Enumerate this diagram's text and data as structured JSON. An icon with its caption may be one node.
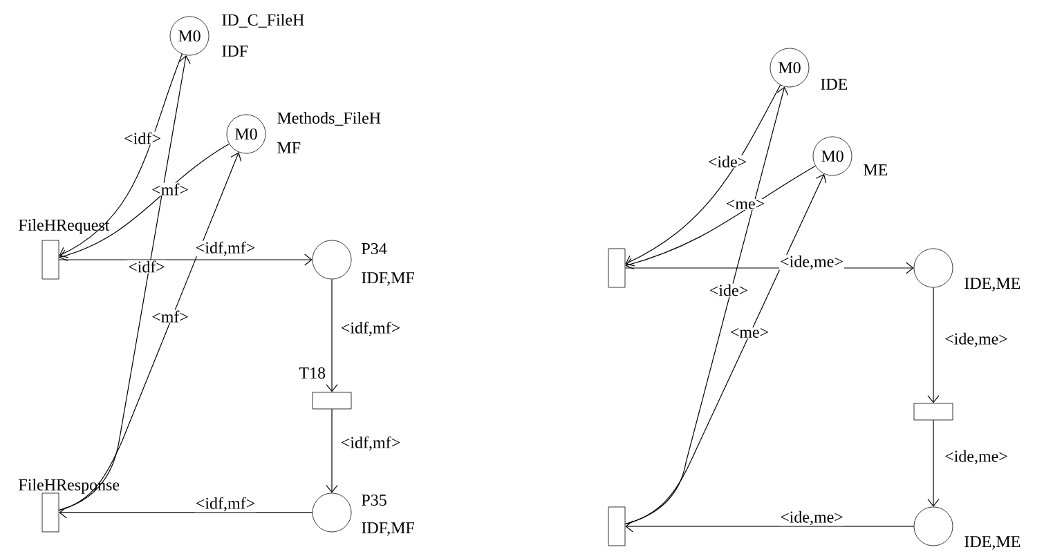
{
  "diagram": {
    "nodes": [
      {
        "text": [
          "M0"
        ],
        "beside": [
          "ID_C_FileH",
          "IDF"
        ]
      },
      {
        "text": [
          "M0"
        ],
        "beside": [
          "Methods_FileH",
          "MF"
        ]
      },
      {
        "text": [],
        "shape": "box",
        "beside": [
          "FileHRequest"
        ]
      },
      {
        "text": [],
        "shape": "circle",
        "beside": [
          "P34",
          "IDF,MF"
        ]
      },
      {
        "text": [],
        "shape": "box",
        "beside": [
          "T18"
        ]
      },
      {
        "text": [],
        "shape": "circle",
        "beside": [
          "P35",
          "IDF,MF"
        ]
      },
      {
        "text": [],
        "shape": "box",
        "beside": [
          "FileHResponse"
        ]
      },
      {
        "text": [
          "M0"
        ],
        "beside": [
          "IDE"
        ]
      },
      {
        "text": [
          "M0"
        ],
        "beside": [
          "ME"
        ]
      },
      {
        "text": [],
        "shape": "box"
      },
      {
        "text": [],
        "shape": "circle",
        "beside": [
          "IDE,ME"
        ]
      },
      {
        "text": [],
        "shape": "box"
      },
      {
        "text": [],
        "shape": "circle",
        "beside": [
          "IDE,ME"
        ]
      },
      {
        "text": [],
        "shape": "box"
      }
    ],
    "edges": [
      {
        "from": 0,
        "to": 2,
        "arrow": "to",
        "label": "<idf>"
      },
      {
        "from": 1,
        "to": 2,
        "arrow": "to",
        "label": "<mf>"
      },
      {
        "from": 2,
        "to": 3,
        "arrow": "to",
        "label": "<idf,mf>"
      },
      {
        "from": 6,
        "to": 0,
        "arrow": "to",
        "label": "<idf>"
      },
      {
        "from": 6,
        "to": 1,
        "arrow": "to",
        "label": "<mf>"
      },
      {
        "from": 3,
        "to": 4,
        "arrow": "to",
        "label": "<idf,mf>"
      },
      {
        "from": 4,
        "to": 5,
        "arrow": "to",
        "label": "<idf,mf>"
      },
      {
        "from": 5,
        "to": 6,
        "arrow": "to",
        "label": "<idf,mf>"
      },
      {
        "from": 7,
        "to": 9,
        "arrow": "to",
        "label": "<ide>"
      },
      {
        "from": 8,
        "to": 9,
        "arrow": "to",
        "label": "<me>"
      },
      {
        "from": 9,
        "to": 10,
        "arrow": "to",
        "label": "<ide,me>"
      },
      {
        "from": 13,
        "to": 7,
        "arrow": "to",
        "label": "<ide>"
      },
      {
        "from": 13,
        "to": 8,
        "arrow": "to",
        "label": "<me>"
      },
      {
        "from": 10,
        "to": 11,
        "arrow": "to",
        "label": "<ide,me>"
      },
      {
        "from": 11,
        "to": 12,
        "arrow": "to",
        "label": "<ide,me>"
      },
      {
        "from": 12,
        "to": 13,
        "arrow": "to",
        "label": "<ide,me>"
      }
    ]
  }
}
